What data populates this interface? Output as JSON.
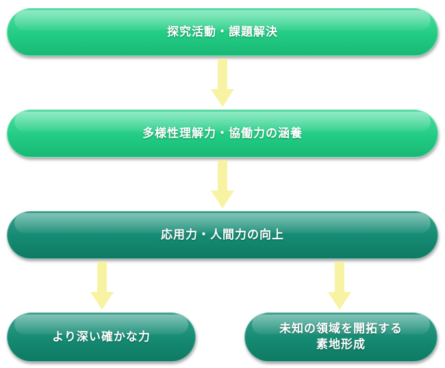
{
  "boxes": {
    "box1": "探究活動・課題解決",
    "box2": "多様性理解力・協働力の涵養",
    "box3": "応用力・人間力の向上",
    "box4": "より深い確かな力",
    "box5": "未知の領域を開拓する\n素地形成"
  },
  "colors": {
    "light_green": "#22cc84",
    "dark_green": "#158a72",
    "arrow": "#f7f3a2"
  },
  "icons": {
    "arrow": "down-arrow-icon"
  }
}
